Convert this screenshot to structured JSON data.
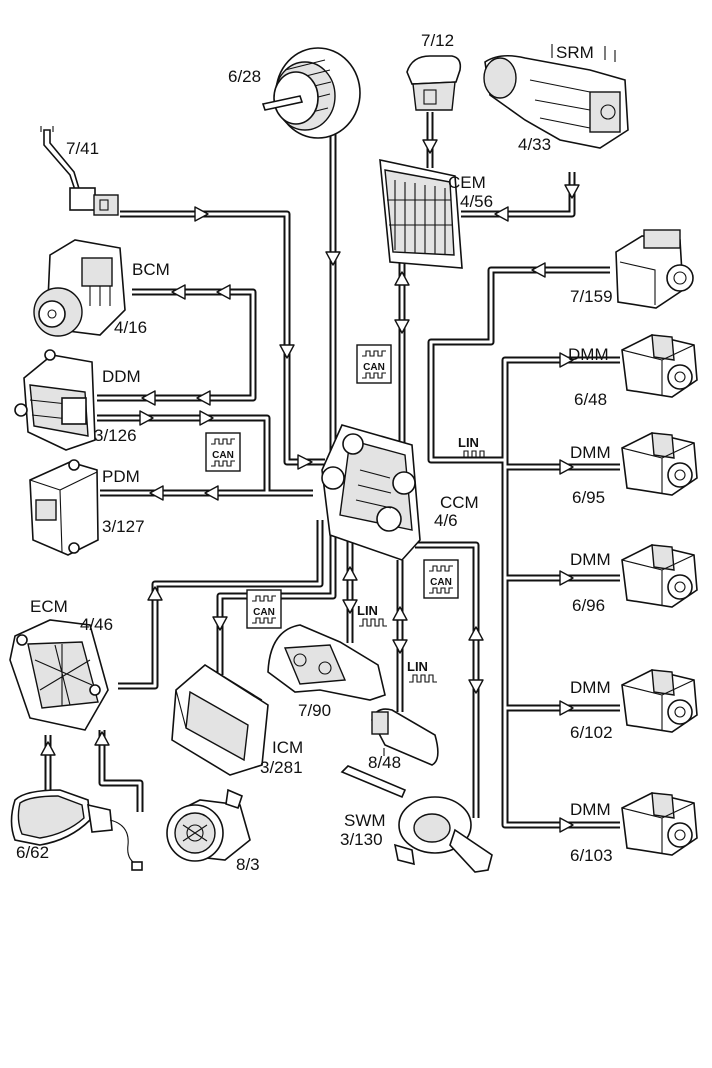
{
  "modules": {
    "fan": {
      "code": "6/28"
    },
    "switch_7_12": {
      "code": "7/12"
    },
    "srm": {
      "name": "SRM",
      "code": "4/33"
    },
    "sensor_7_41": {
      "code": "7/41"
    },
    "cem": {
      "name": "CEM",
      "code": "4/56"
    },
    "bcm": {
      "name": "BCM",
      "code": "4/16"
    },
    "actuator_7_159": {
      "code": "7/159"
    },
    "ddm": {
      "name": "DDM",
      "code": "3/126"
    },
    "pdm": {
      "name": "PDM",
      "code": "3/127"
    },
    "ccm": {
      "name": "CCM",
      "code": "4/6"
    },
    "ecm": {
      "name": "ECM",
      "code": "4/46"
    },
    "icm": {
      "name": "ICM",
      "code": "3/281"
    },
    "panel_7_90": {
      "code": "7/90"
    },
    "mirror_8_48": {
      "code": "8/48"
    },
    "mirror_6_62": {
      "code": "6/62"
    },
    "compressor_8_3": {
      "code": "8/3"
    },
    "swm": {
      "name": "SWM",
      "code": "3/130"
    },
    "dmm_1": {
      "name": "DMM",
      "code": "6/48"
    },
    "dmm_2": {
      "name": "DMM",
      "code": "6/95"
    },
    "dmm_3": {
      "name": "DMM",
      "code": "6/96"
    },
    "dmm_4": {
      "name": "DMM",
      "code": "6/102"
    },
    "dmm_5": {
      "name": "DMM",
      "code": "6/103"
    }
  },
  "bus_labels": {
    "can": "CAN",
    "lin": "LIN"
  },
  "colors": {
    "line": "#111111",
    "fill": "#ffffff",
    "shade": "#e3e3e3"
  }
}
